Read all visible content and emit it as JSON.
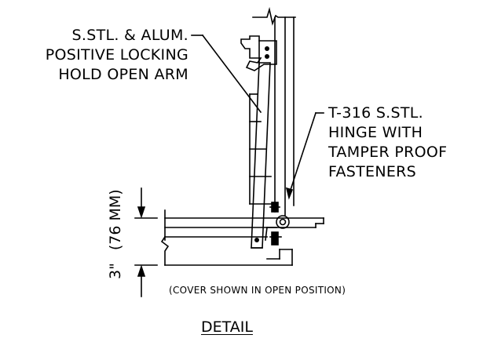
{
  "labels": {
    "hold_open_arm": [
      "S.STL. & ALUM.",
      "POSITIVE LOCKING",
      "HOLD OPEN ARM"
    ],
    "hinge": [
      "T-316 S.STL.",
      "HINGE WITH",
      "TAMPER PROOF",
      "FASTENERS"
    ],
    "cover_note": "(COVER SHOWN IN OPEN POSITION)",
    "dimension_in": "3\"",
    "dimension_mm": "(76 MM)",
    "title": "DETAIL"
  }
}
